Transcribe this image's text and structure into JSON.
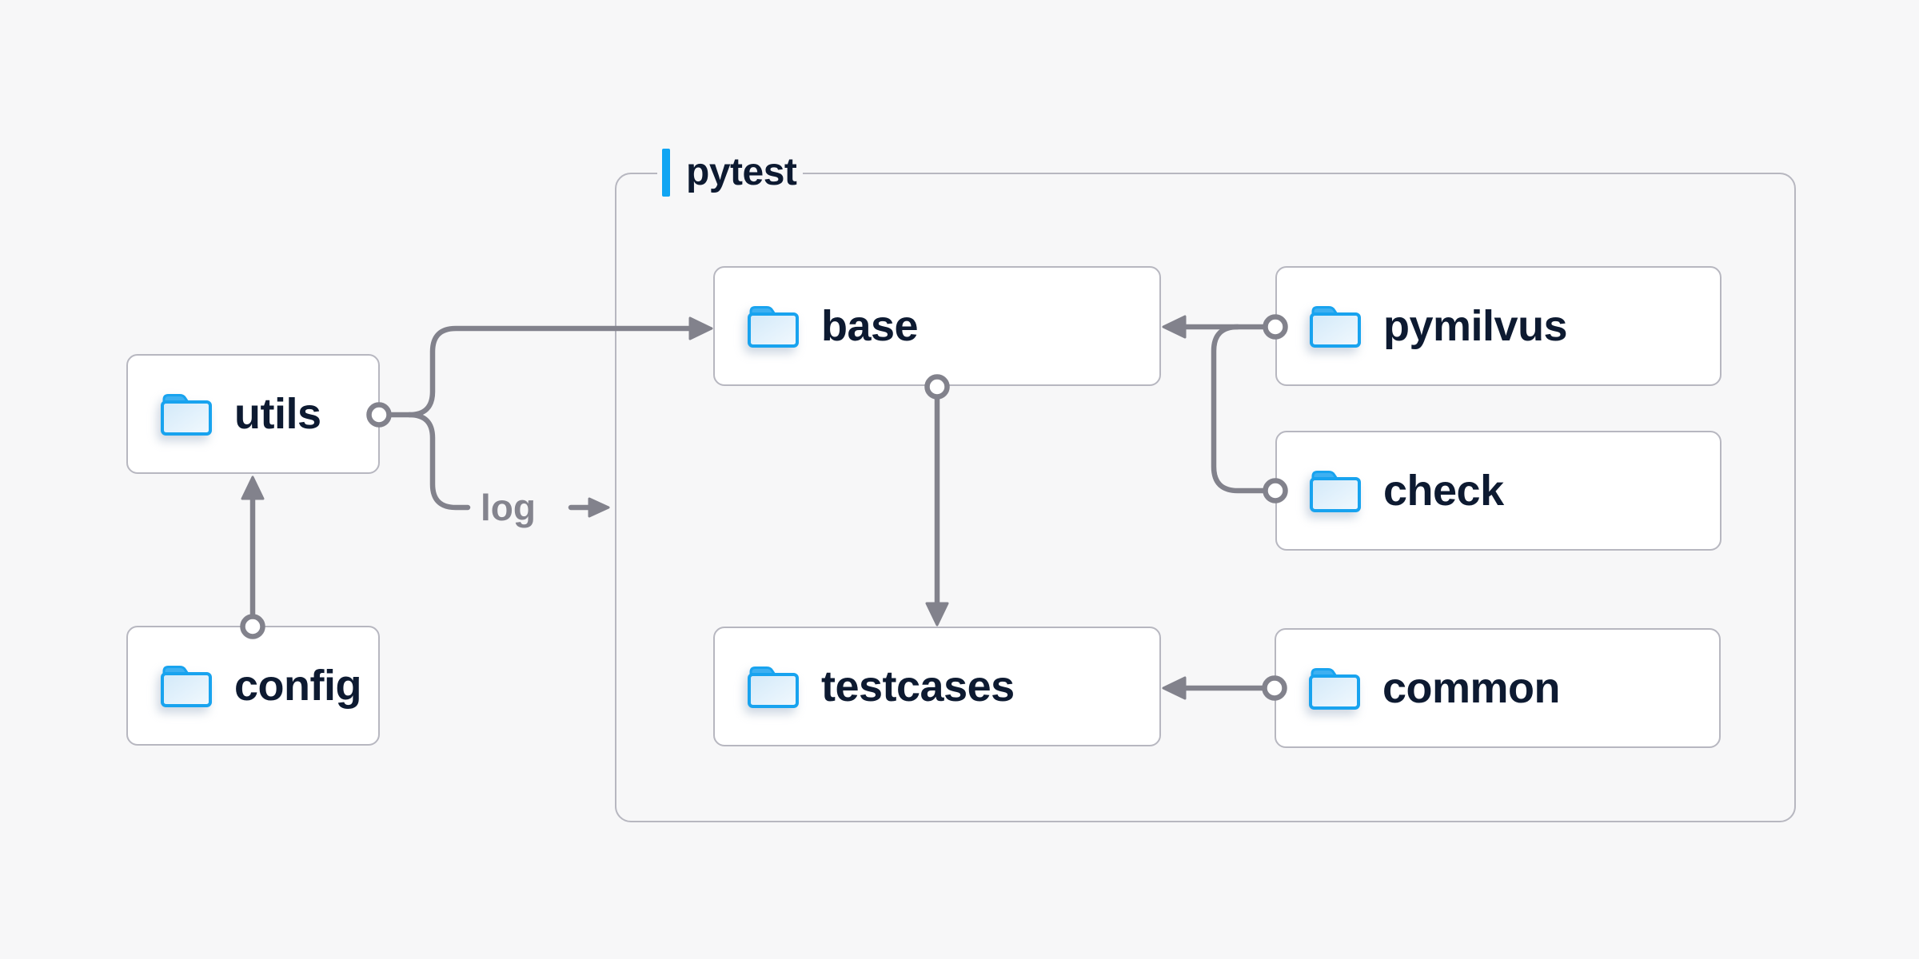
{
  "diagram": {
    "group": {
      "label": "pytest"
    },
    "nodes": [
      {
        "id": "utils",
        "label": "utils"
      },
      {
        "id": "config",
        "label": "config"
      },
      {
        "id": "base",
        "label": "base"
      },
      {
        "id": "testcases",
        "label": "testcases"
      },
      {
        "id": "pymilvus",
        "label": "pymilvus"
      },
      {
        "id": "check",
        "label": "check"
      },
      {
        "id": "common",
        "label": "common"
      }
    ],
    "edge_label": "log",
    "edges": [
      {
        "from": "utils",
        "to": "base"
      },
      {
        "from": "utils",
        "to": "log"
      },
      {
        "from": "config",
        "to": "utils"
      },
      {
        "from": "base",
        "to": "testcases"
      },
      {
        "from": "pymilvus",
        "to": "base"
      },
      {
        "from": "pymilvus",
        "to": "check"
      },
      {
        "from": "common",
        "to": "testcases"
      }
    ],
    "colors": {
      "background": "#f7f7f8",
      "node_fill": "#ffffff",
      "border_gray": "#b7b7c0",
      "wire_gray": "#82828c",
      "accent_blue": "#10a5f3",
      "folder_blue": "#18a3ef",
      "text_dark": "#0d1a31",
      "text_gray": "#84848e"
    }
  }
}
